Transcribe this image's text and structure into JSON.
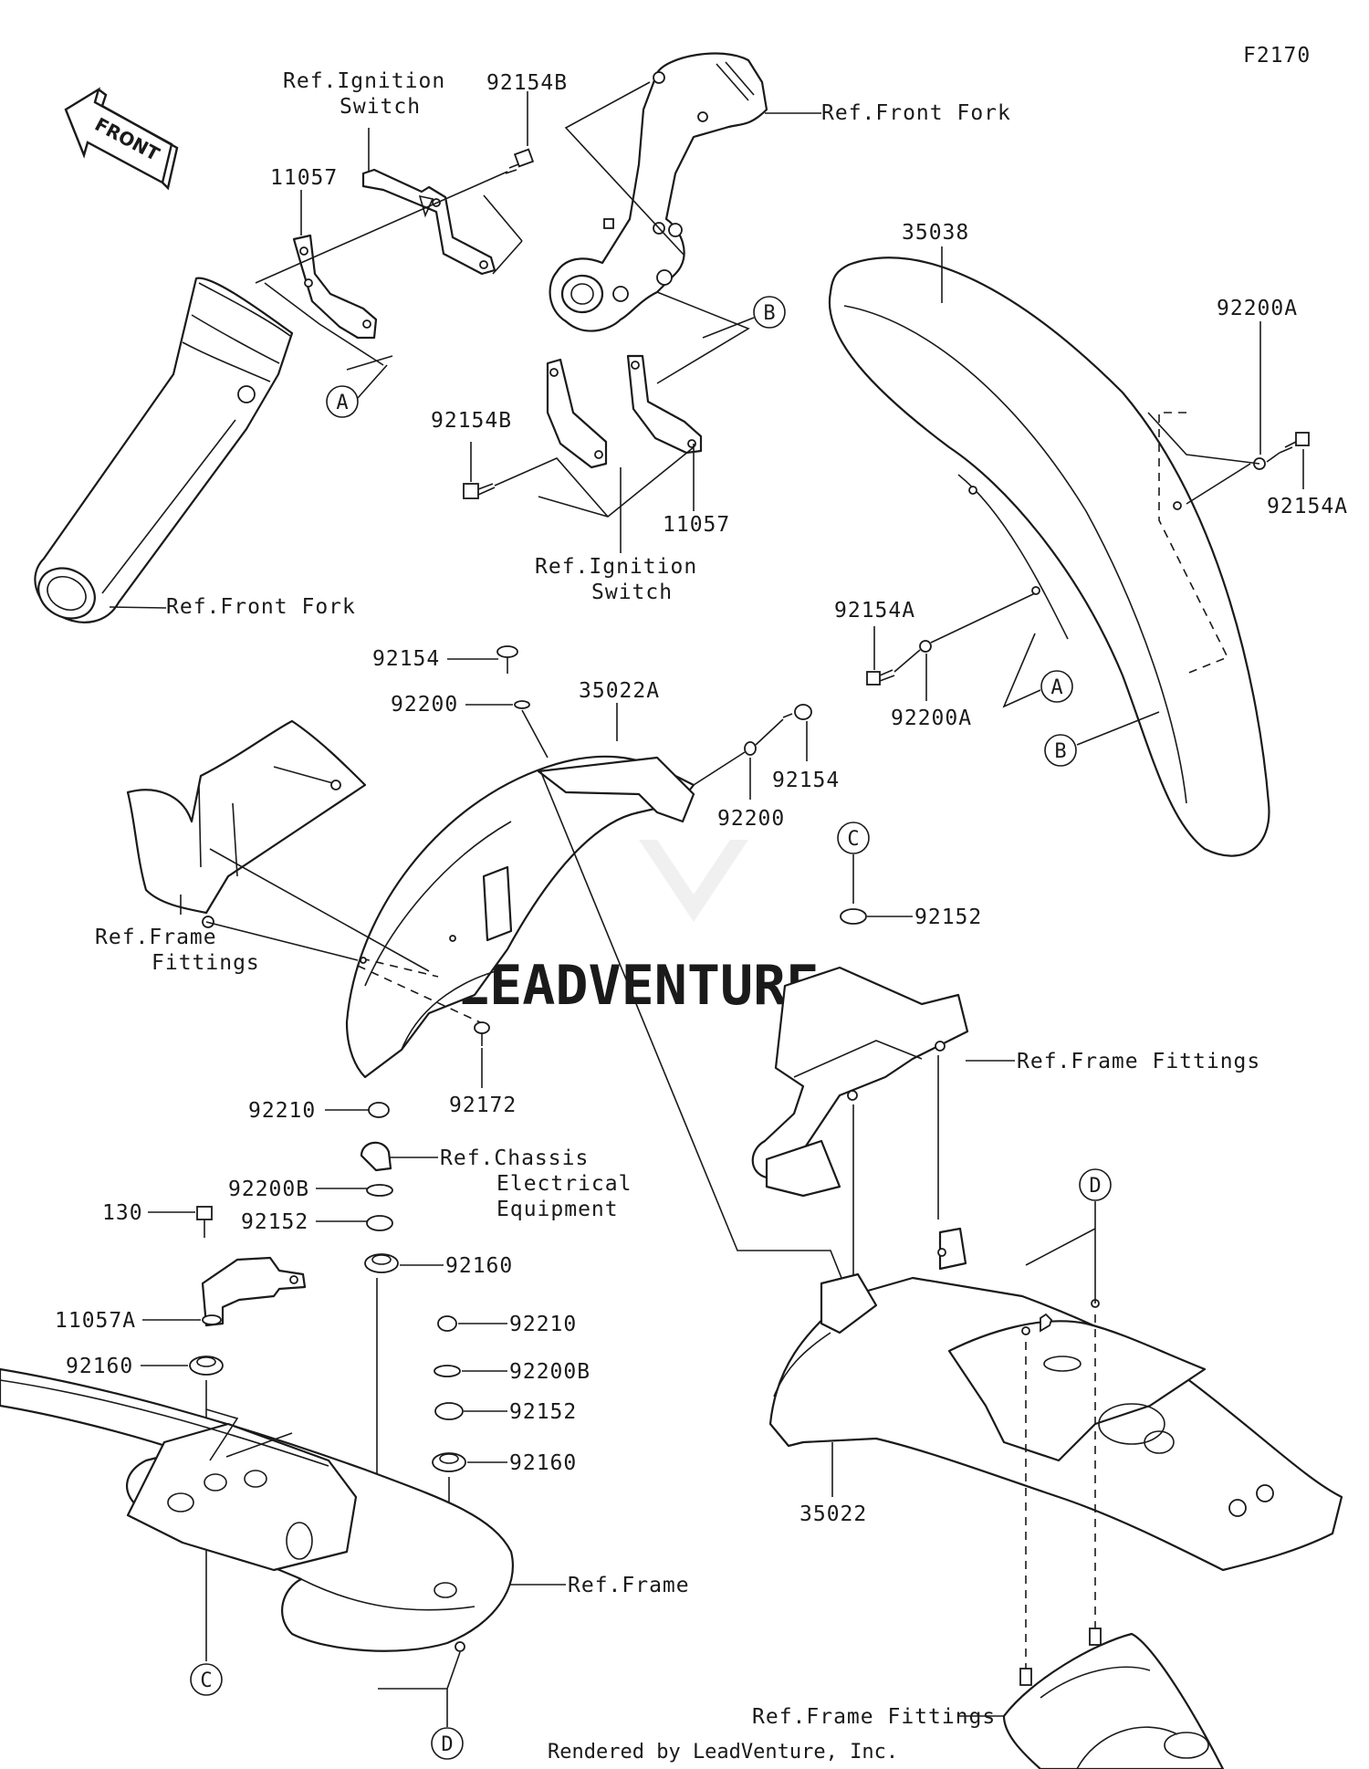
{
  "figure_code": "F2170",
  "front_label": "FRONT",
  "watermark_text": "LEADVENTURE",
  "footer_text": "Rendered by LeadVenture, Inc.",
  "labels": {
    "ref_front_fork_top": "Ref.Front Fork",
    "ref_front_fork_left": "Ref.Front Fork",
    "ref_ignition_switch_top_1": "Ref.Ignition",
    "ref_ignition_switch_top_2": "Switch",
    "ref_ignition_switch_mid_1": "Ref.Ignition",
    "ref_ignition_switch_mid_2": "Switch",
    "ref_frame_fittings_left_1": "Ref.Frame",
    "ref_frame_fittings_left_2": "Fittings",
    "ref_frame_fittings_right": "Ref.Frame Fittings",
    "ref_frame_fittings_bottom": "Ref.Frame Fittings",
    "ref_chassis_1": "Ref.Chassis",
    "ref_chassis_2": "Electrical",
    "ref_chassis_3": "Equipment",
    "ref_frame": "Ref.Frame"
  },
  "part_numbers": {
    "p11057_top": "11057",
    "p92154B_top": "92154B",
    "p92154B_mid": "92154B",
    "p11057_mid": "11057",
    "p35038": "35038",
    "p92200A_right": "92200A",
    "p92154A_right": "92154A",
    "p92154A_left": "92154A",
    "p92200A_left": "92200A",
    "p92154_top": "92154",
    "p92200_top": "92200",
    "p35022A": "35022A",
    "p92154_right": "92154",
    "p92200_right": "92200",
    "p92152_c": "92152",
    "p92172": "92172",
    "p92210_a": "92210",
    "p92200B_a": "92200B",
    "p92152_a": "92152",
    "p92160_a": "92160",
    "p130": "130",
    "p11057A": "11057A",
    "p92160_left": "92160",
    "p92210_b": "92210",
    "p92200B_b": "92200B",
    "p92152_b": "92152",
    "p92160_b": "92160",
    "p35022": "35022"
  },
  "callouts": {
    "a1": "A",
    "b1": "B",
    "a2": "A",
    "b2": "B",
    "c1": "C",
    "c2": "C",
    "d1": "D",
    "d2": "D"
  }
}
